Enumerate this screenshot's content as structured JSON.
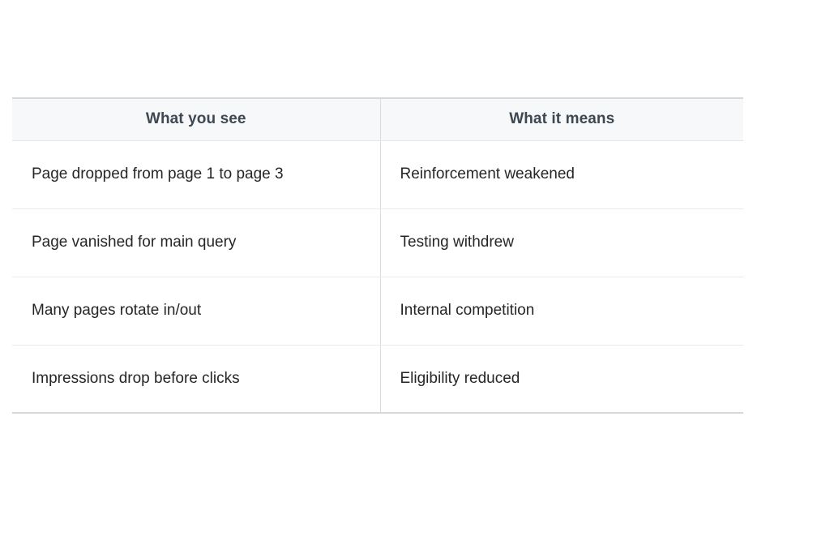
{
  "table": {
    "columns": [
      {
        "key": "see",
        "label": "What you see"
      },
      {
        "key": "mean",
        "label": "What it means"
      }
    ],
    "rows": [
      {
        "see": "Page dropped from page 1 to page 3",
        "mean": "Reinforcement weakened"
      },
      {
        "see": "Page vanished for main query",
        "mean": "Testing withdrew"
      },
      {
        "see": "Many pages rotate in/out",
        "mean": "Internal competition"
      },
      {
        "see": "Impressions drop before clicks",
        "mean": "Eligibility reduced"
      }
    ]
  },
  "colors": {
    "page_background": "#ffffff",
    "header_background": "#f7f8f9",
    "header_text": "#3d4852",
    "body_text": "#262626",
    "border_outer": "#d6d8da",
    "border_inner": "#e8eaeb",
    "border_vertical": "#d9dbdd"
  }
}
